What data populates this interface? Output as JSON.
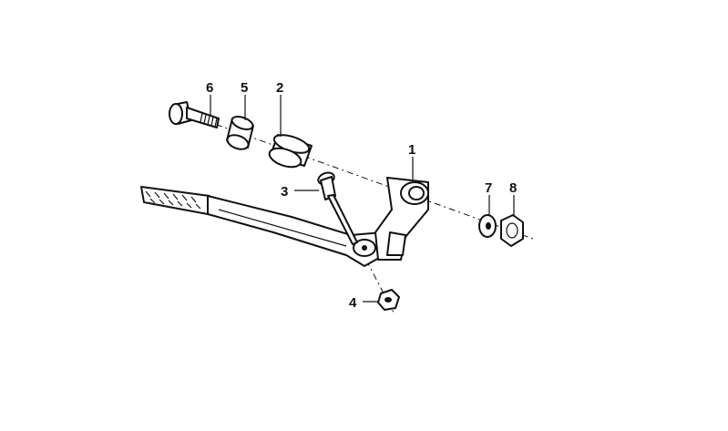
{
  "callouts": {
    "p1": "1",
    "p2": "2",
    "p3": "3",
    "p4": "4",
    "p5": "5",
    "p6": "6",
    "p7": "7",
    "p8": "8"
  }
}
